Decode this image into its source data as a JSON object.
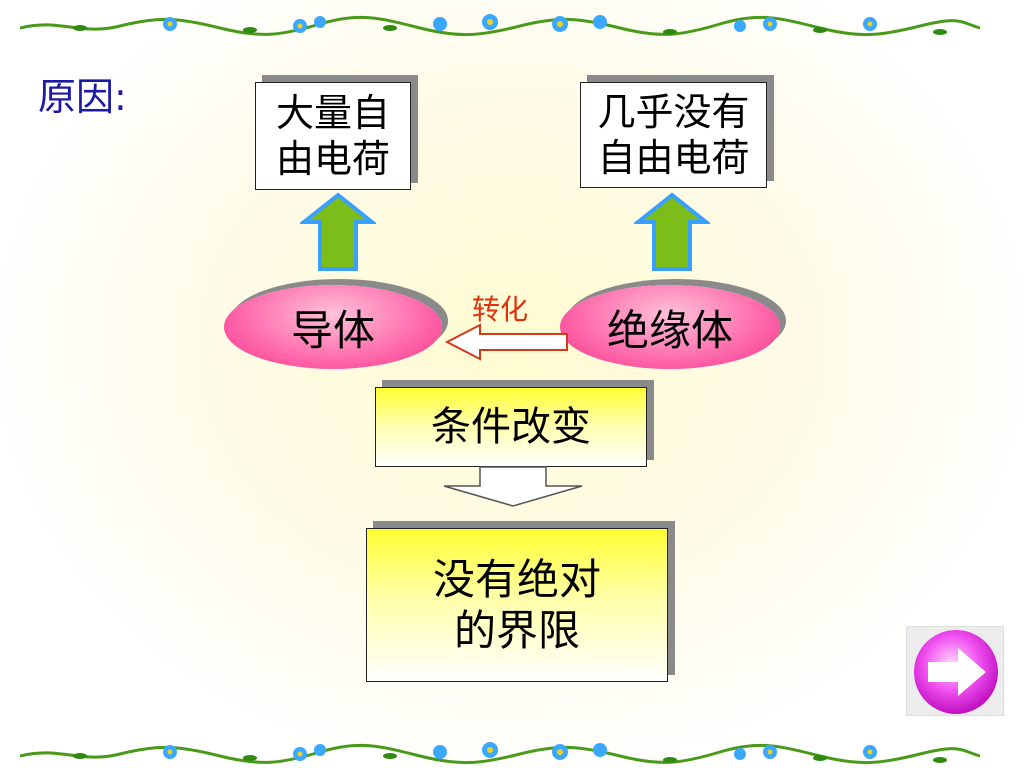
{
  "title": "原因:",
  "boxes": {
    "many_charges": [
      "大量自",
      "由电荷"
    ],
    "few_charges": [
      "几乎没有",
      "自由电荷"
    ],
    "condition_change": "条件改变",
    "no_absolute": [
      "没有绝对",
      "的界限"
    ]
  },
  "ovals": {
    "conductor": "导体",
    "insulator": "绝缘体"
  },
  "convert_label": "转化",
  "icons": [
    "vine-border-icon",
    "up-arrow-icon",
    "left-arrow-icon",
    "down-arrow-icon",
    "next-arrow-icon"
  ],
  "colors": {
    "title_blue": "#1a1aa8",
    "convert_red": "#e03010",
    "oval_pink": "#f5308a",
    "arrow_green": "#7cbd1a",
    "arrow_blue": "#3aa0ff",
    "nav_magenta": "#e020e0"
  }
}
